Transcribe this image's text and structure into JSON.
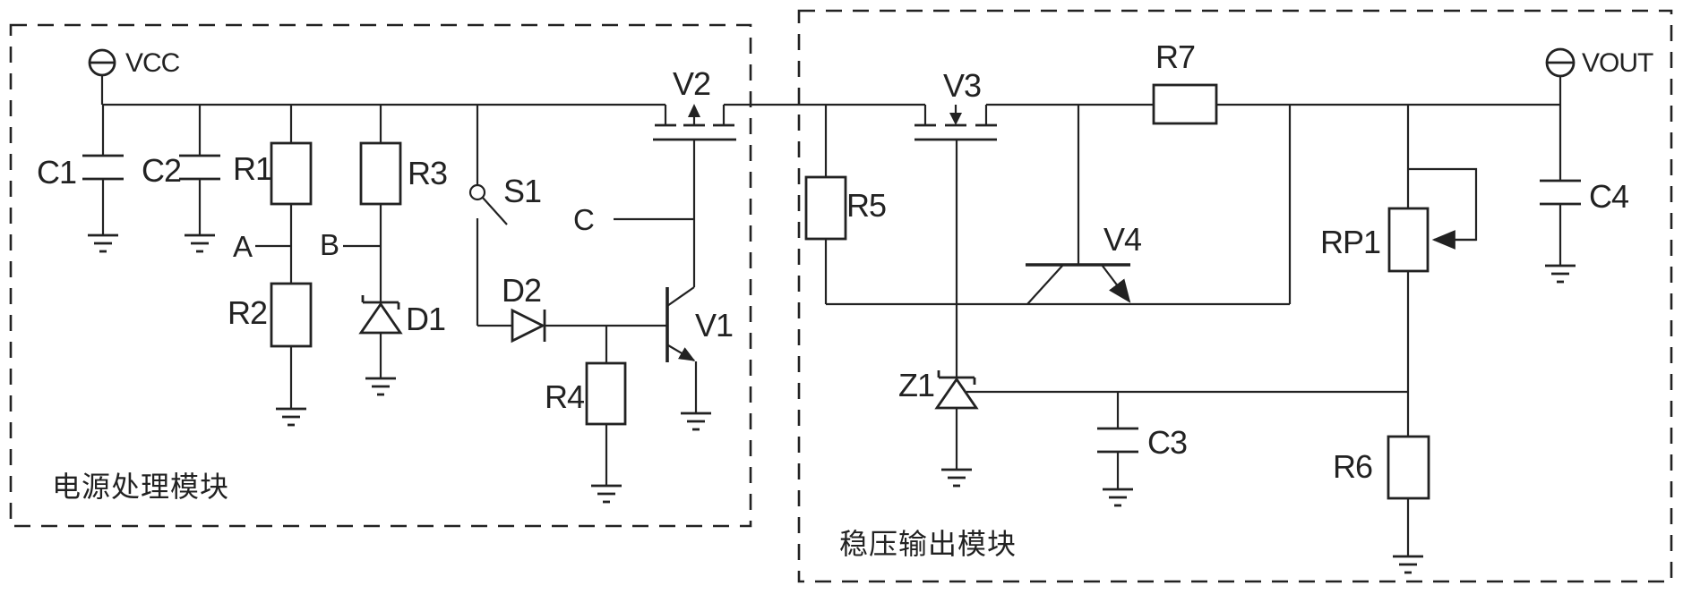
{
  "figure": {
    "type": "circuit-schematic",
    "background": "#ffffff",
    "ink": "#222222",
    "modules": {
      "power": {
        "label": "电源处理模块"
      },
      "output": {
        "label": "稳压输出模块"
      }
    },
    "terminals": {
      "vcc": "VCC",
      "vout": "VOUT"
    },
    "nodes": {
      "a": "A",
      "b": "B",
      "c": "C"
    },
    "components": {
      "c1": "C1",
      "c2": "C2",
      "c3": "C3",
      "c4": "C4",
      "r1": "R1",
      "r2": "R2",
      "r3": "R3",
      "r4": "R4",
      "r5": "R5",
      "r6": "R6",
      "r7": "R7",
      "rp1": "RP1",
      "d1": "D1",
      "d2": "D2",
      "z1": "Z1",
      "s1": "S1",
      "v1": "V1",
      "v2": "V2",
      "v3": "V3",
      "v4": "V4"
    }
  }
}
